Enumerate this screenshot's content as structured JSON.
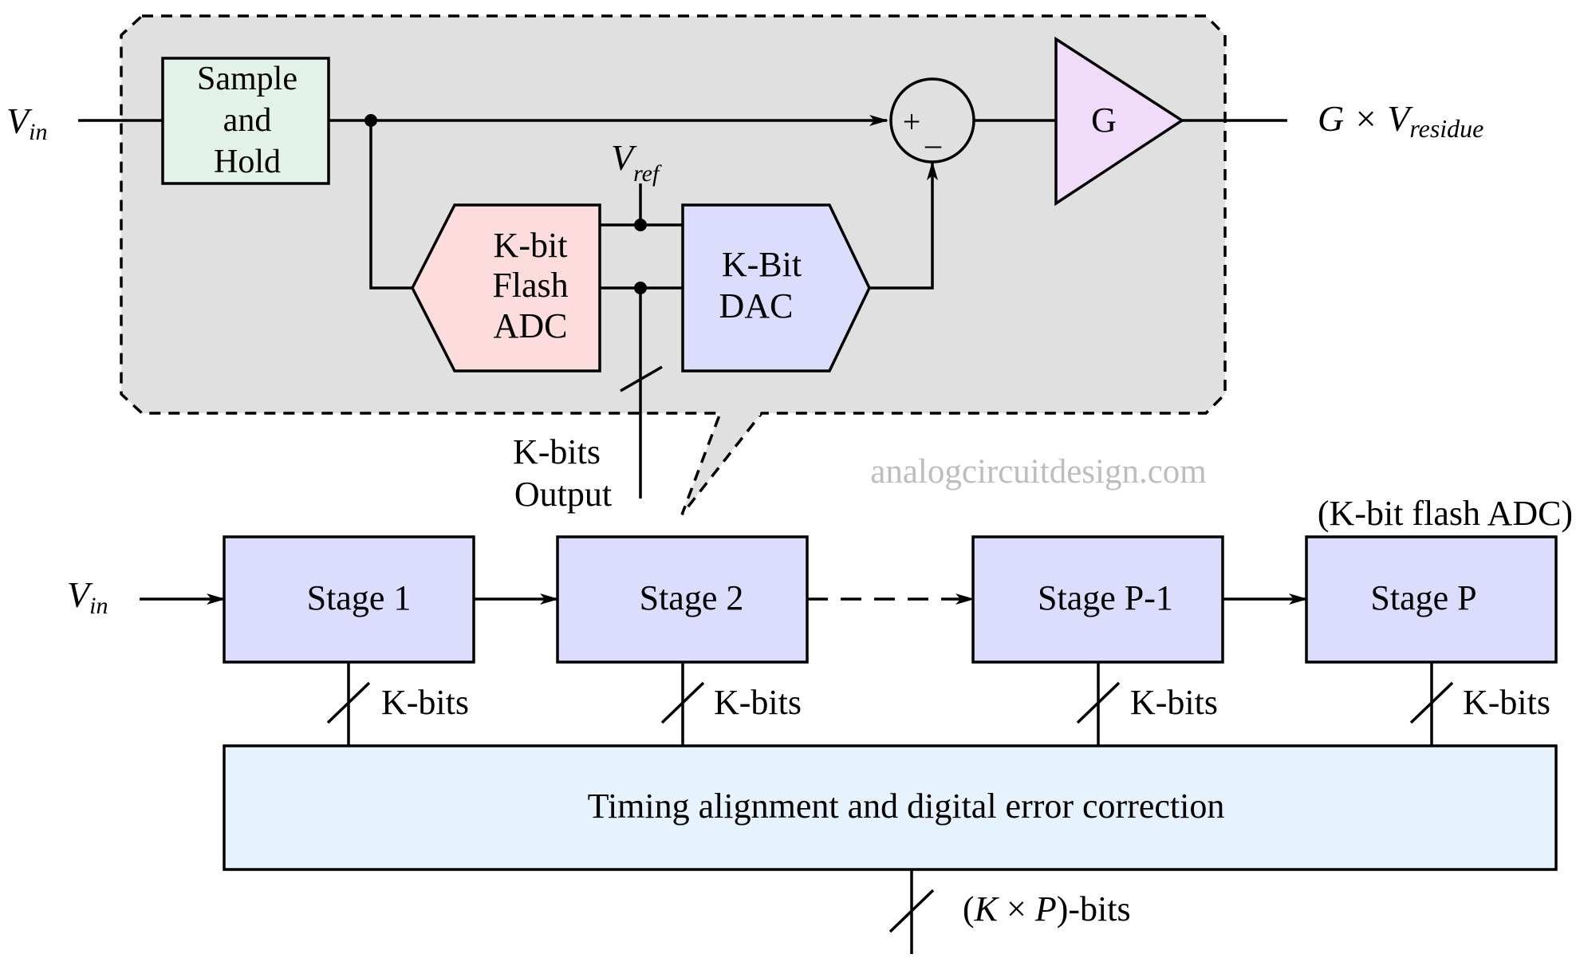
{
  "detail": {
    "input_label": {
      "base": "V",
      "sub": "in"
    },
    "sample_hold": [
      "Sample",
      "and",
      "Hold"
    ],
    "flash_adc": [
      "K-bit",
      "Flash",
      "ADC"
    ],
    "dac": [
      "K-Bit",
      "DAC"
    ],
    "vref": {
      "base": "V",
      "sub": "ref"
    },
    "plus": "+",
    "minus": "–",
    "gain": "G",
    "output_label": {
      "prefix": "G × V",
      "sub": "residue"
    },
    "kbits_output": [
      "K-bits",
      "Output"
    ]
  },
  "watermark": "analogcircuitdesign.com",
  "pipeline": {
    "input_label": {
      "base": "V",
      "sub": "in"
    },
    "stages": [
      "Stage 1",
      "Stage 2",
      "Stage P-1",
      "Stage P"
    ],
    "last_stage_note": "(K-bit flash ADC)",
    "bus_label": "K-bits",
    "correction_block": "Timing alignment and digital error correction",
    "final_output": {
      "open": "(",
      "k": "K",
      "times": " × ",
      "p": "P",
      "close": ")-bits"
    }
  },
  "colors": {
    "detail_background": "#e0e0e0",
    "sample_hold_fill": "#e2f2e8",
    "flash_adc_fill": "#fcdcdc",
    "dac_fill": "#dcdcfc",
    "gain_fill": "#f0dcfa",
    "stage_fill": "#dcdcfc",
    "correction_fill": "#e6f2fc"
  }
}
